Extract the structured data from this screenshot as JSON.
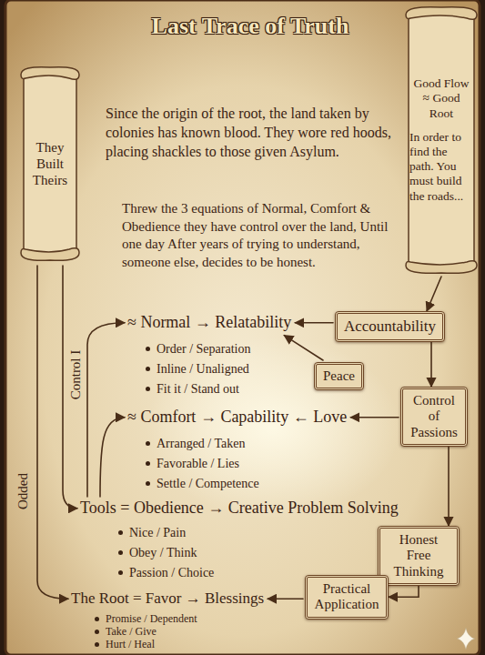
{
  "diagram": {
    "title": "Last Trace of Truth",
    "nodes": [
      {
        "text": [
          "They Built Theirs"
        ]
      },
      {
        "text": [
          "Good Flow ≈ Good Root",
          "In order to find the path. You must build the roads..."
        ]
      },
      {
        "text": [
          "Accountability"
        ]
      },
      {
        "text": [
          "Peace"
        ]
      },
      {
        "text": [
          "Control of Passions"
        ]
      },
      {
        "text": [
          "Honest Free Thinking"
        ]
      },
      {
        "text": [
          "Practical Application"
        ]
      }
    ],
    "edges": [
      {
        "from": 1,
        "to": 2,
        "arrow": "to"
      },
      {
        "from": 2,
        "to": 4,
        "arrow": "to"
      },
      {
        "from": 4,
        "to": 5,
        "arrow": "to"
      },
      {
        "from": 5,
        "to": 6,
        "arrow": "to"
      }
    ],
    "labels": [
      "Since the origin of the root, the land taken by colonies has known blood. They wore red hoods, placing shackles to those given Asylum.",
      "Threw the 3 equations of Normal, Comfort & Obedience they have control over the land, Until one day After years of trying to understand, someone else, decides to be honest.",
      "≈ Normal → Relatability",
      "Order / Separation",
      "Inline / Unaligned",
      "Fit it / Stand out",
      "≈ Comfort → Capability ← Love",
      "Arranged / Taken",
      "Favorable / Lies",
      "Settle / Competence",
      "Tools = Obedience → Creative Problem Solving",
      "Nice / Pain",
      "Obey / Think",
      "Passion / Choice",
      "The Root = Favor → Blessings",
      "Promise / Dependent",
      "Take / Give",
      "Hurt / Heal",
      "Control I",
      "Odded"
    ]
  }
}
